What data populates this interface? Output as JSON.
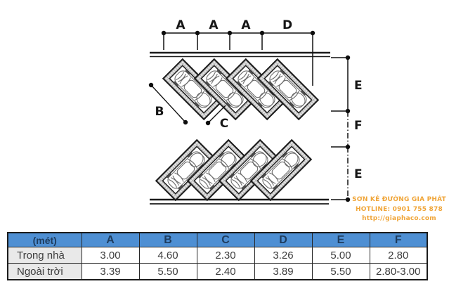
{
  "colors": {
    "header_bg": "#4e8fd3",
    "header_text": "#1e3c5e",
    "row_label_bg": "#e9e9e9",
    "body_text": "#3d3d3d",
    "line_color": "#1a1a1a",
    "watermark_orange": "#f0a63a"
  },
  "diagram": {
    "description": "45-degree angled parking layout plan with two rows of four cars",
    "top_labels": [
      "A",
      "A",
      "A",
      "D"
    ],
    "right_labels": [
      "E",
      "F",
      "E"
    ],
    "stall_length_label": "B",
    "stall_width_label": "C"
  },
  "watermark": {
    "company": "SƠN KẺ ĐƯỜNG GIA PHÁT",
    "hotline": "HOTLINE: 0901 755 878",
    "website": "http://giaphaco.com"
  },
  "table": {
    "header": [
      "(mét)",
      "A",
      "B",
      "C",
      "D",
      "E",
      "F"
    ],
    "rows": [
      {
        "label": "Trong nhà",
        "values": [
          "3.00",
          "4.60",
          "2.30",
          "3.26",
          "5.00",
          "2.80"
        ]
      },
      {
        "label": "Ngoài trời",
        "values": [
          "3.39",
          "5.50",
          "2.40",
          "3.89",
          "5.50",
          "2.80-3.00"
        ]
      }
    ]
  }
}
